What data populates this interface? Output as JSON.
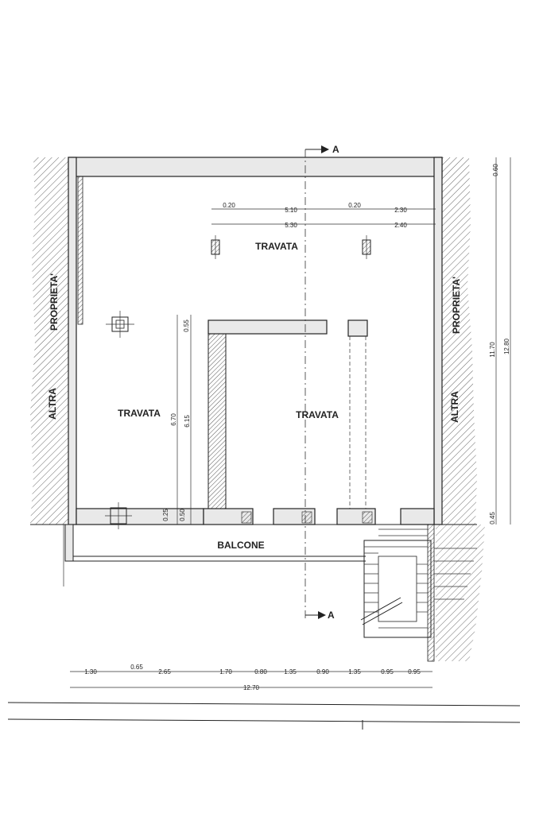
{
  "labels": {
    "room_top": "TRAVATA",
    "room_left": "TRAVATA",
    "room_right": "TRAVATA",
    "balcony": "BALCONE",
    "left_prop_upper": "PROPRIETA'",
    "left_prop_lower": "ALTRA",
    "right_prop_upper": "PROPRIETA'",
    "right_prop_lower": "ALTRA",
    "section_top": "A",
    "section_bottom": "A"
  },
  "dimensions": {
    "top_row1": [
      "0.20",
      "5.10",
      "0.20",
      "2.30"
    ],
    "top_row2": [
      "5.30",
      "2.40"
    ],
    "vert_inner": [
      "0.55",
      "6.70",
      "6.15",
      "0.25",
      "0.50"
    ],
    "vert_right": [
      "0.60",
      "11.70",
      "12.80",
      "0.45"
    ],
    "bottom_row": [
      "1.30",
      "0.65",
      "2.65",
      "1.70",
      "0.80",
      "1.35",
      "0.90",
      "1.35",
      "0.95",
      "0.95"
    ],
    "bottom_total": "12.70"
  }
}
